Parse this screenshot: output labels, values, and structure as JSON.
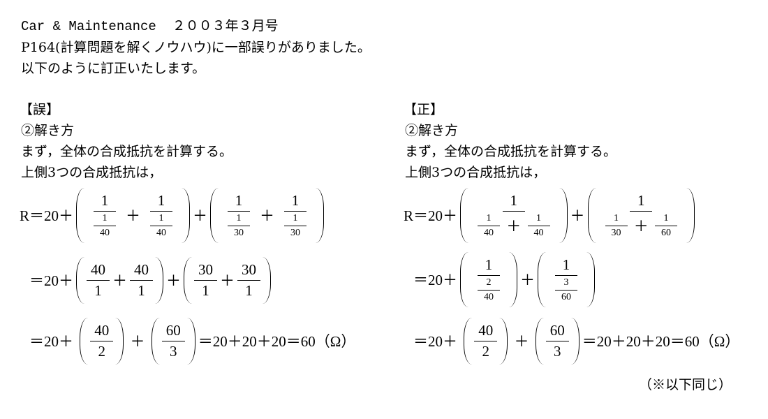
{
  "header": {
    "line1": "Car & Maintenance  ２００３年３月号",
    "line2": "P164(計算問題を解くノウハウ)に一部誤りがありました。",
    "line3": "以下のように訂正いたします。"
  },
  "wrong": {
    "heading": "【誤】",
    "step": "②解き方",
    "desc": "まず，全体の合成抵抗を計算する。",
    "desc2": "上側3つの合成抵抗は，",
    "lines": [
      [
        "R＝20＋",
        {
          "paren": [
            {
              "frac": [
                [
                  "1"
                ],
                [
                  {
                    "frac": [
                      [
                        "1"
                      ],
                      [
                        "40"
                      ]
                    ],
                    "small": true
                  }
                ]
              ]
            },
            "＋",
            {
              "frac": [
                [
                  "1"
                ],
                [
                  {
                    "frac": [
                      [
                        "1"
                      ],
                      [
                        "40"
                      ]
                    ],
                    "small": true
                  }
                ]
              ]
            }
          ]
        },
        "＋",
        {
          "paren": [
            {
              "frac": [
                [
                  "1"
                ],
                [
                  {
                    "frac": [
                      [
                        "1"
                      ],
                      [
                        "30"
                      ]
                    ],
                    "small": true
                  }
                ]
              ]
            },
            "＋",
            {
              "frac": [
                [
                  "1"
                ],
                [
                  {
                    "frac": [
                      [
                        "1"
                      ],
                      [
                        "30"
                      ]
                    ],
                    "small": true
                  }
                ]
              ]
            }
          ]
        }
      ],
      [
        "＝20＋",
        {
          "paren": [
            {
              "frac": [
                [
                  "40"
                ],
                [
                  "1"
                ]
              ]
            },
            "＋",
            {
              "frac": [
                [
                  "40"
                ],
                [
                  "1"
                ]
              ]
            }
          ]
        },
        "＋",
        {
          "paren": [
            {
              "frac": [
                [
                  "30"
                ],
                [
                  "1"
                ]
              ]
            },
            "＋",
            {
              "frac": [
                [
                  "30"
                ],
                [
                  "1"
                ]
              ]
            }
          ]
        }
      ],
      [
        "＝20＋ ",
        {
          "paren": [
            {
              "frac": [
                [
                  "40"
                ],
                [
                  "2"
                ]
              ]
            }
          ]
        },
        " ＋ ",
        {
          "paren": [
            {
              "frac": [
                [
                  "60"
                ],
                [
                  "3"
                ]
              ]
            }
          ]
        },
        "＝20＋20＋20＝60（Ω）"
      ]
    ]
  },
  "correct": {
    "heading": "【正】",
    "step": "②解き方",
    "desc": "まず，全体の合成抵抗を計算する。",
    "desc2": "上側3つの合成抵抗は，",
    "lines": [
      [
        "R＝20＋",
        {
          "paren": [
            {
              "frac": [
                [
                  "1"
                ],
                [
                  {
                    "frac": [
                      [
                        "1"
                      ],
                      [
                        "40"
                      ]
                    ],
                    "small": true
                  },
                  " ＋ ",
                  {
                    "frac": [
                      [
                        "1"
                      ],
                      [
                        "40"
                      ]
                    ],
                    "small": true
                  }
                ]
              ]
            }
          ]
        },
        "＋",
        {
          "paren": [
            {
              "frac": [
                [
                  "1"
                ],
                [
                  {
                    "frac": [
                      [
                        "1"
                      ],
                      [
                        "30"
                      ]
                    ],
                    "small": true
                  },
                  " ＋ ",
                  {
                    "frac": [
                      [
                        "1"
                      ],
                      [
                        "60"
                      ]
                    ],
                    "small": true
                  }
                ]
              ]
            }
          ]
        }
      ],
      [
        "＝20＋",
        {
          "paren": [
            {
              "frac": [
                [
                  "1"
                ],
                [
                  {
                    "frac": [
                      [
                        "2"
                      ],
                      [
                        "40"
                      ]
                    ],
                    "small": true
                  }
                ]
              ]
            }
          ]
        },
        "＋",
        {
          "paren": [
            {
              "frac": [
                [
                  "1"
                ],
                [
                  {
                    "frac": [
                      [
                        "3"
                      ],
                      [
                        "60"
                      ]
                    ],
                    "small": true
                  }
                ]
              ]
            }
          ]
        }
      ],
      [
        "＝20＋ ",
        {
          "paren": [
            {
              "frac": [
                [
                  "40"
                ],
                [
                  "2"
                ]
              ]
            }
          ]
        },
        " ＋ ",
        {
          "paren": [
            {
              "frac": [
                [
                  "60"
                ],
                [
                  "3"
                ]
              ]
            }
          ]
        },
        "＝20＋20＋20＝60（Ω）"
      ]
    ]
  },
  "footnote": "（※以下同じ）"
}
